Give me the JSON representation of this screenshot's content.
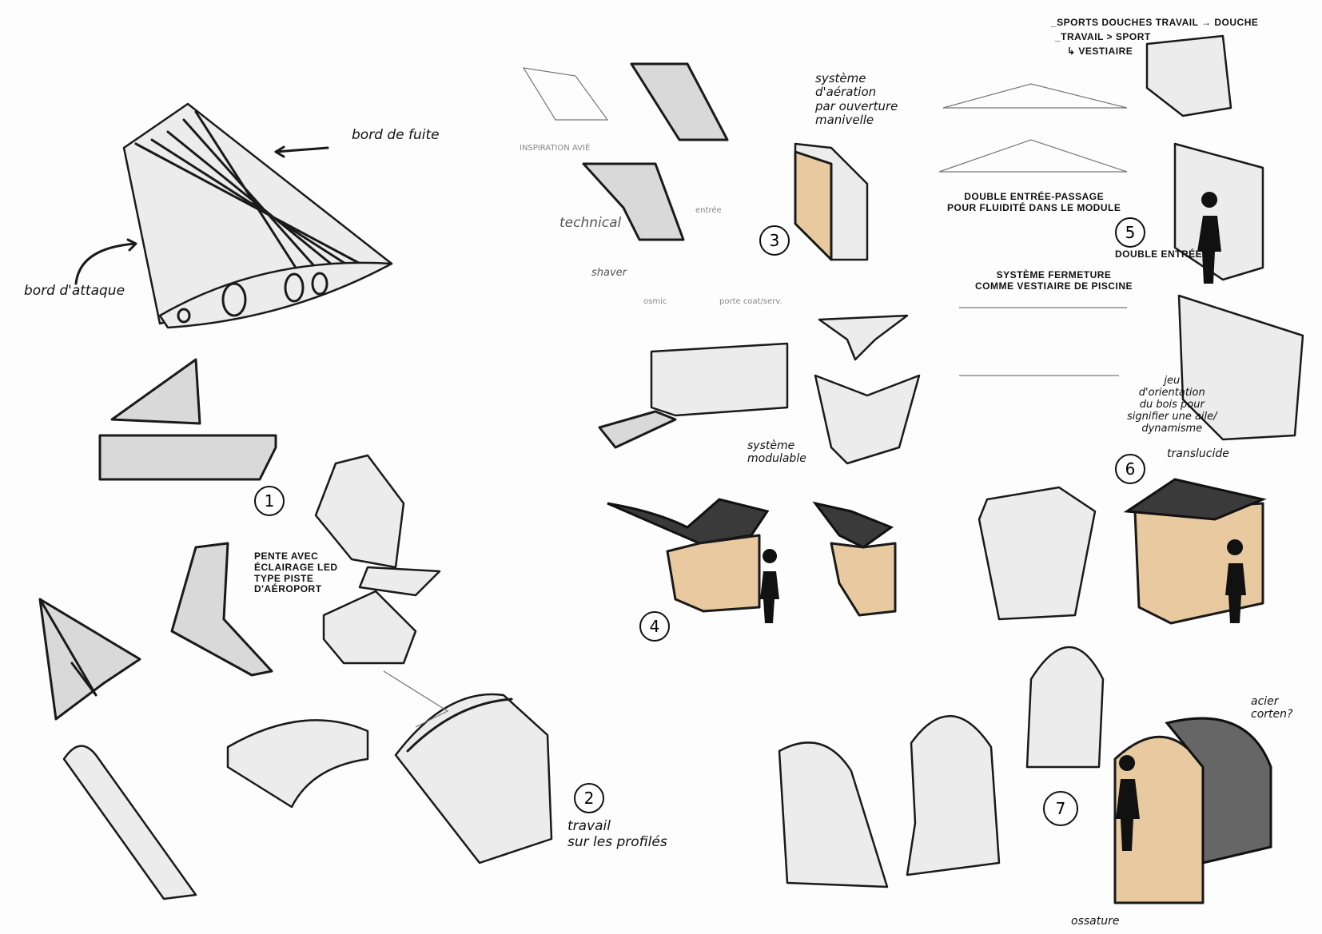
{
  "labels": {
    "bord_de_fuite": "bord de fuite",
    "bord_attaque": "bord d'attaque",
    "inspiration_avion": "INSPIRATION AVIÉ",
    "technical": "technical",
    "entree": "entrée",
    "shaver": "shaver",
    "osmic": "osmic",
    "porte": "porte coat/serv.",
    "aeration": "système\nd'aération\npar ouverture\nmanivelle",
    "douche_line1": "_SPORTS DOUCHES TRAVAIL → DOUCHE",
    "douche_line2": "_TRAVAIL > SPORT",
    "douche_line3": "↳ VESTIAIRE",
    "double_entree_passage": "DOUBLE ENTRÉE-PASSAGE\nPOUR FLUIDITÉ DANS LE MODULE",
    "systeme_fermeture": "SYSTÈME FERMETURE\nCOMME VESTIAIRE DE PISCINE",
    "double_entree": "DOUBLE ENTRÉE",
    "jeu_orientation": "jeu\nd'orientation\ndu bois pour\nsignifier une aile/\ndynamisme",
    "translucide": "translucide",
    "pente": "PENTE AVEC\nÉCLAIRAGE LED\nTYPE PISTE\nD'AÉROPORT",
    "systeme_modulable": "système\nmodulable",
    "travail_profiles": "travail\nsur les profilés",
    "acier_corten": "acier\ncorten?",
    "ossature": "ossature"
  },
  "numbers": [
    "1",
    "2",
    "3",
    "4",
    "5",
    "6",
    "7"
  ],
  "colors": {
    "ink": "#1a1a1a",
    "wood": "#e8c9a0",
    "grey": "#d9d9d9"
  }
}
